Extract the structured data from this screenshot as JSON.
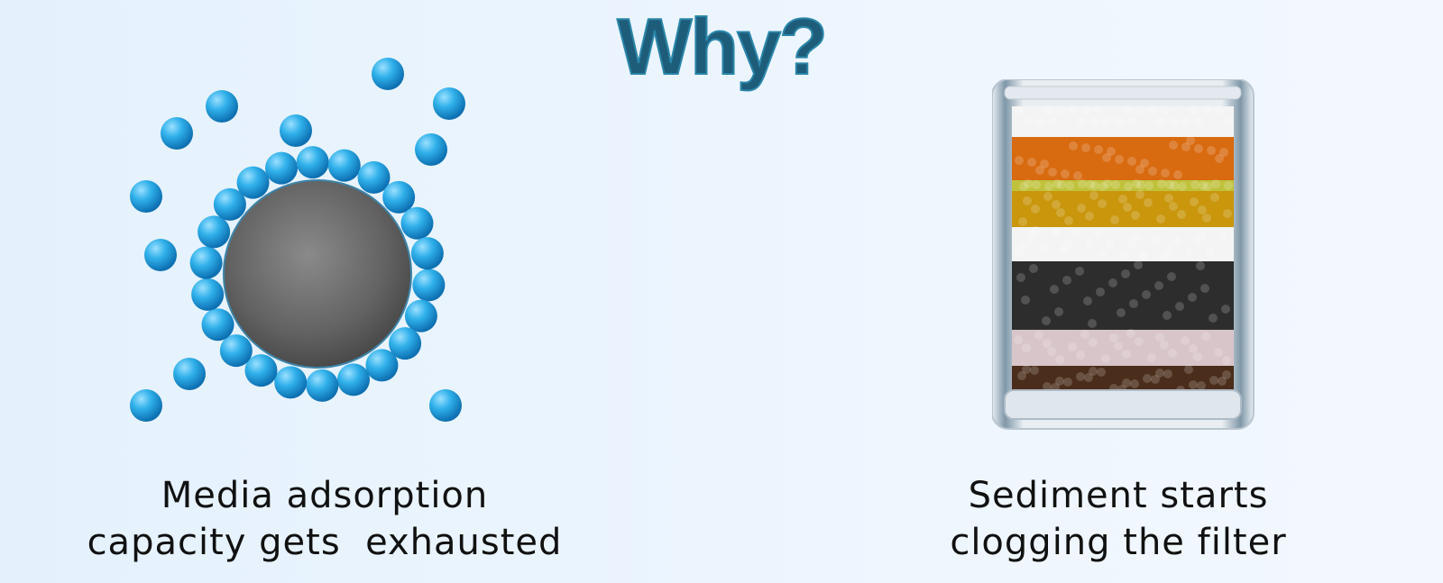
{
  "title": "Why?",
  "left_panel": {
    "caption_line1": "Media adsorption",
    "caption_line2": "capacity gets  exhausted",
    "illustration": "adsorption-particle"
  },
  "right_panel": {
    "caption_line1": "Sediment starts",
    "caption_line2": "clogging the filter",
    "illustration": "layered-filter-cartridge",
    "layers": [
      "white",
      "orange",
      "yellow-gold",
      "white",
      "black",
      "pink",
      "brown"
    ]
  },
  "colors": {
    "title": "#1e5d7a",
    "bubble": "#2aa8e0",
    "media_core": "#6b6b6b",
    "layer_white": "#f4f4f4",
    "layer_orange": "#d86a10",
    "layer_gold": "#c9960c",
    "layer_black": "#2d2d2d",
    "layer_pink": "#d8c5c9",
    "layer_brown": "#4a2d1a"
  }
}
